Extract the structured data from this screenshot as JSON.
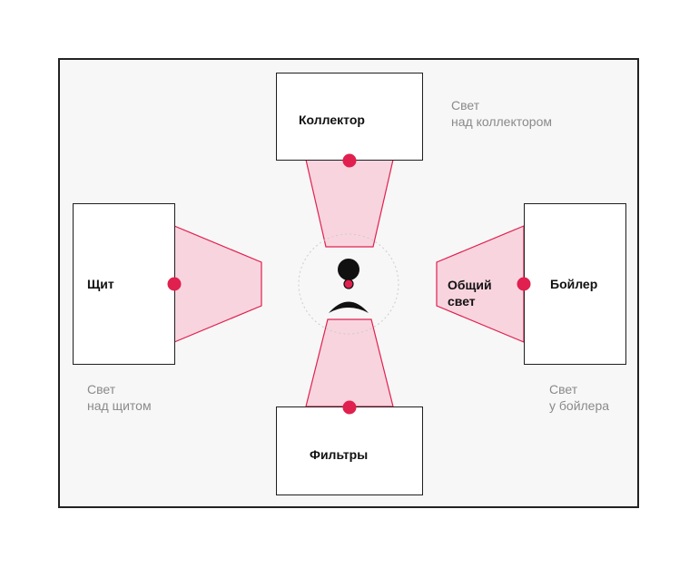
{
  "colors": {
    "accent": "#e0204e",
    "cone_fill": "#f8d4df",
    "background": "#f7f7f7",
    "box_border": "#1f1f1f"
  },
  "zones": {
    "collector": {
      "label": "Коллектор",
      "caption_line1": "Свет",
      "caption_line2": "над коллектором"
    },
    "panel": {
      "label": "Щит",
      "caption_line1": "Свет",
      "caption_line2": "над щитом"
    },
    "boiler": {
      "label": "Бойлер",
      "caption_line1": "Свет",
      "caption_line2": "у бойлера"
    },
    "filters": {
      "label": "Фильтры"
    }
  },
  "general_light": {
    "line1": "Общий",
    "line2": "свет"
  }
}
